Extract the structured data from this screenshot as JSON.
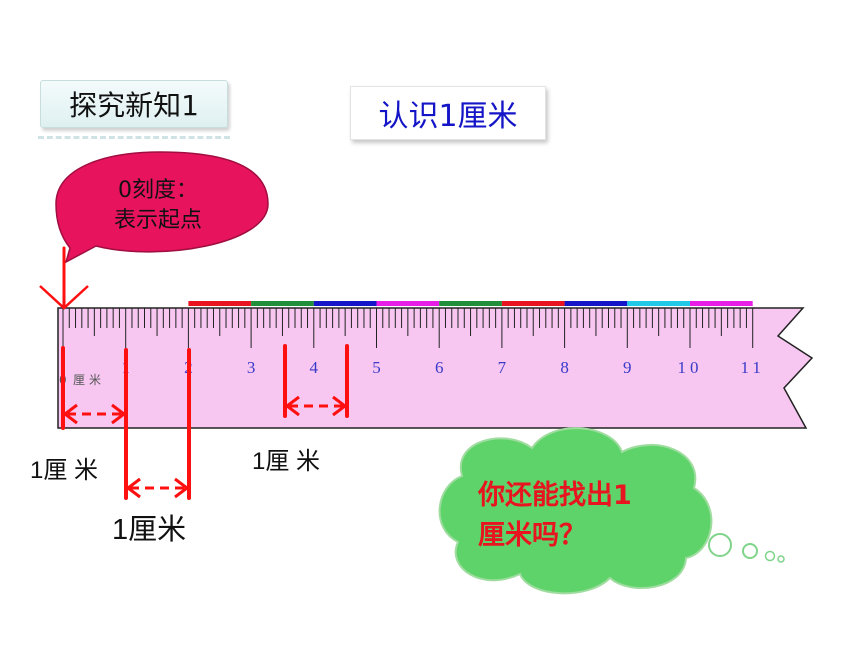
{
  "title": "探究新知1",
  "topic": "认识1厘米",
  "bubble": {
    "line1": "0刻度：",
    "line2": "表示起点"
  },
  "ruler": {
    "unit_label": "厘米",
    "numbers": [
      "0",
      "1",
      "2",
      "3",
      "4",
      "5",
      "6",
      "7",
      "8",
      "9",
      "10",
      "11"
    ],
    "colors": {
      "body": "#f7c7f2",
      "stripes": [
        "#e8141f",
        "#1f8f3a",
        "#1414c8",
        "#e61ee6",
        "#1f8f3a",
        "#e8141f",
        "#1414c8",
        "#1ec8e6",
        "#e61ee6"
      ]
    }
  },
  "labels": {
    "cm_a": "1厘 米",
    "cm_b": "1厘米",
    "cm_c": "1厘 米"
  },
  "question": {
    "line1": "你还能找出1",
    "line2": "厘米吗？"
  },
  "colors": {
    "marker": "#ff1010",
    "cloud": "#5ed36a",
    "bubble": "#e8135d"
  }
}
